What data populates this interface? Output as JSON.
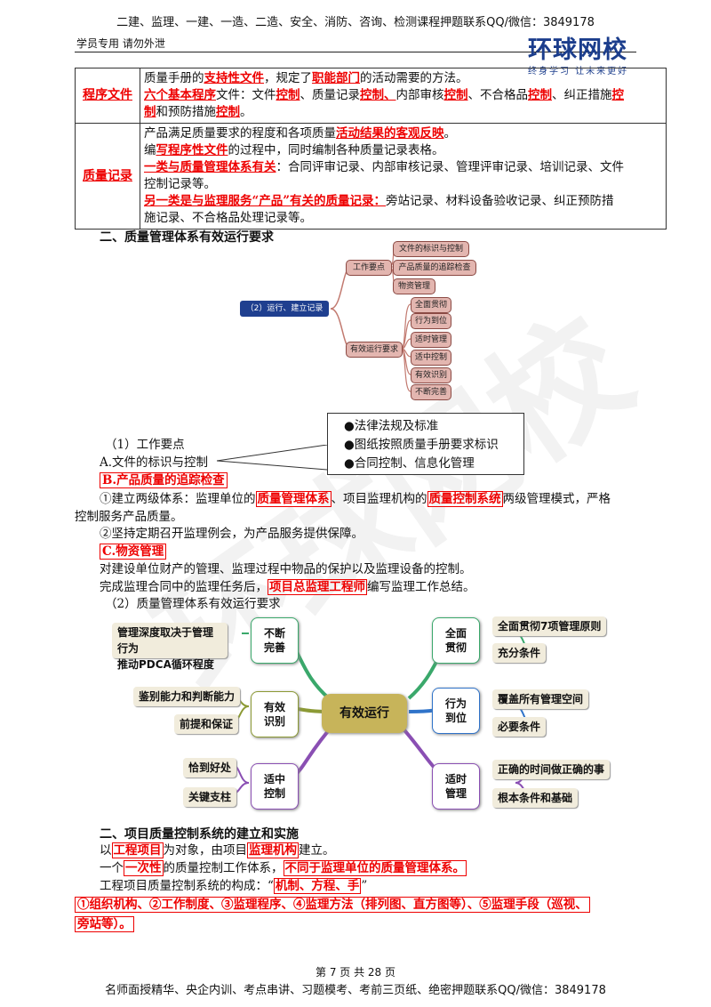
{
  "header": {
    "top_banner": "二建、监理、一建、一造、二造、安全、消防、咨询、检测课程押题联系QQ/微信：3849178",
    "left_note": "学员专用 请勿外泄",
    "logo_main": "环球网校",
    "logo_sub": "终身学习 让未来更好"
  },
  "table": {
    "row1_label": "程序文件",
    "row1_line1_a": "质量手册的",
    "row1_line1_b": "支持性文件",
    "row1_line1_c": "，规定了",
    "row1_line1_d": "职能部门",
    "row1_line1_e": "的活动需要的方法。",
    "row1_line2_a": "六个基本程序",
    "row1_line2_b": "文件：文件",
    "row1_line2_c": "控制",
    "row1_line2_d": "、质量记录",
    "row1_line2_e": "控制",
    "row1_line2_f": "、",
    "row1_line2_g": "内部审核",
    "row1_line2_h": "控制",
    "row1_line2_i": "、不合格品",
    "row1_line2_j": "控制",
    "row1_line2_k": "、纠正措施",
    "row1_line2_l": "控",
    "row1_line3_a": "制",
    "row1_line3_b": "和预防措施",
    "row1_line3_c": "控制",
    "row1_line3_d": "。",
    "row2_label": "质量记录",
    "row2_line1_a": "产品满足质量要求的程度和各项质量",
    "row2_line1_b": "活动结果的客观反映",
    "row2_line1_c": "。",
    "row2_line2_a": "编",
    "row2_line2_b": "写程序性文件",
    "row2_line2_c": "的过程中，同时编制各种质量记录表格。",
    "row2_line3_a": "一类与质量管理体系有关",
    "row2_line3_b": "：合同评审记录、内部审核记录、管理评审记录、培训记录、文件",
    "row2_line4": "控制记录等。",
    "row2_line5_a": "另一类是与监理服务“产品”有关的质量记录：",
    "row2_line5_b": "旁站记录、材料设备验收记录、纠正预防措",
    "row2_line6": "施记录、不合格品处理记录等。"
  },
  "section1_title": "二、质量管理体系有效运行要求",
  "small_mindmap": {
    "root": "（2）运行、建立记录",
    "branch1": "工作要点",
    "branch1_items": [
      "文件的标识与控制",
      "产品质量的追踪检查",
      "物资管理"
    ],
    "branch2": "有效运行要求",
    "branch2_items": [
      "全面贯彻",
      "行为到位",
      "适时管理",
      "适中控制",
      "有效识别",
      "不断完善"
    ]
  },
  "callout_items": [
    "●法律法规及标准",
    "●图纸按照质量手册要求标识",
    "●合同控制、信息化管理"
  ],
  "work_points": {
    "heading": "（1）工作要点",
    "a": "A.文件的标识与控制",
    "b": "B.产品质量的追踪检查",
    "b1_a": "①建立两级体系：监理单位的",
    "b1_b": "质量管理体系",
    "b1_c": "、项目监理机构的",
    "b1_d": "质量控制系统",
    "b1_e": "两级管理模式，严格",
    "b1_f": "控制服务产品质量。",
    "b2": "②坚持定期召开监理例会，为产品服务提供保障。",
    "c": "C.物资管理",
    "c1": "对建设单位财产的管理、监理过程中物品的保护以及监理设备的控制。",
    "c2_a": "完成监理合同中的监理任务后，",
    "c2_b": "项目总监理工程师",
    "c2_c": "编写监理工作总结。",
    "sub2": "（2）质量管理体系有效运行要求"
  },
  "big_mindmap": {
    "center": "有效运行",
    "right": [
      {
        "node": "全面\n贯彻",
        "leaves": [
          "全面贯彻7项管理原则",
          "充分条件"
        ]
      },
      {
        "node": "行为\n到位",
        "leaves": [
          "覆盖所有管理空间",
          "必要条件"
        ]
      },
      {
        "node": "适时\n管理",
        "leaves": [
          "正确的时间做正确的事",
          "根本条件和基础"
        ]
      }
    ],
    "left": [
      {
        "node": "不断\n完善",
        "leaves": [
          "管理深度取决于管理行为\n推动PDCA循环程度"
        ]
      },
      {
        "node": "有效\n识别",
        "leaves": [
          "鉴别能力和判断能力",
          "前提和保证"
        ]
      },
      {
        "node": "适中\n控制",
        "leaves": [
          "恰到好处",
          "关键支柱"
        ]
      }
    ],
    "colors": {
      "right1": "#3aa86b",
      "right2": "#2f73c9",
      "right3": "#8a4fb3",
      "left1": "#3aa86b",
      "left2": "#8c9a35",
      "left3": "#8a4fb3",
      "center": "#c7b45a"
    }
  },
  "section2": {
    "title": "二、项目质量控制系统的建立和实施",
    "l1_a": "以",
    "l1_b": "工程项目",
    "l1_c": "为对象，由项目",
    "l1_d": "监理机构",
    "l1_e": "建立。",
    "l2_a": "一个",
    "l2_b": "一次性",
    "l2_c": "的质量控制工作体系，",
    "l2_d": "不同于监理单位的质量管理体系。",
    "l3_a": "工程项目质量控制系统的构成：“",
    "l3_b": "机制、方程、手",
    "l3_c": "”",
    "l4": "①组织机构、②工作制度、③监理程序、④监理方法（排列图、直方图等）、⑤监理手段（巡视、",
    "l5": "旁站等）。"
  },
  "footer": {
    "page": "第 7 页 共 28 页",
    "banner": "名师面授精华、央企内训、考点串讲、习题模考、考前三页纸、绝密押题联系QQ/微信：3849178"
  },
  "watermark": "环球网校"
}
